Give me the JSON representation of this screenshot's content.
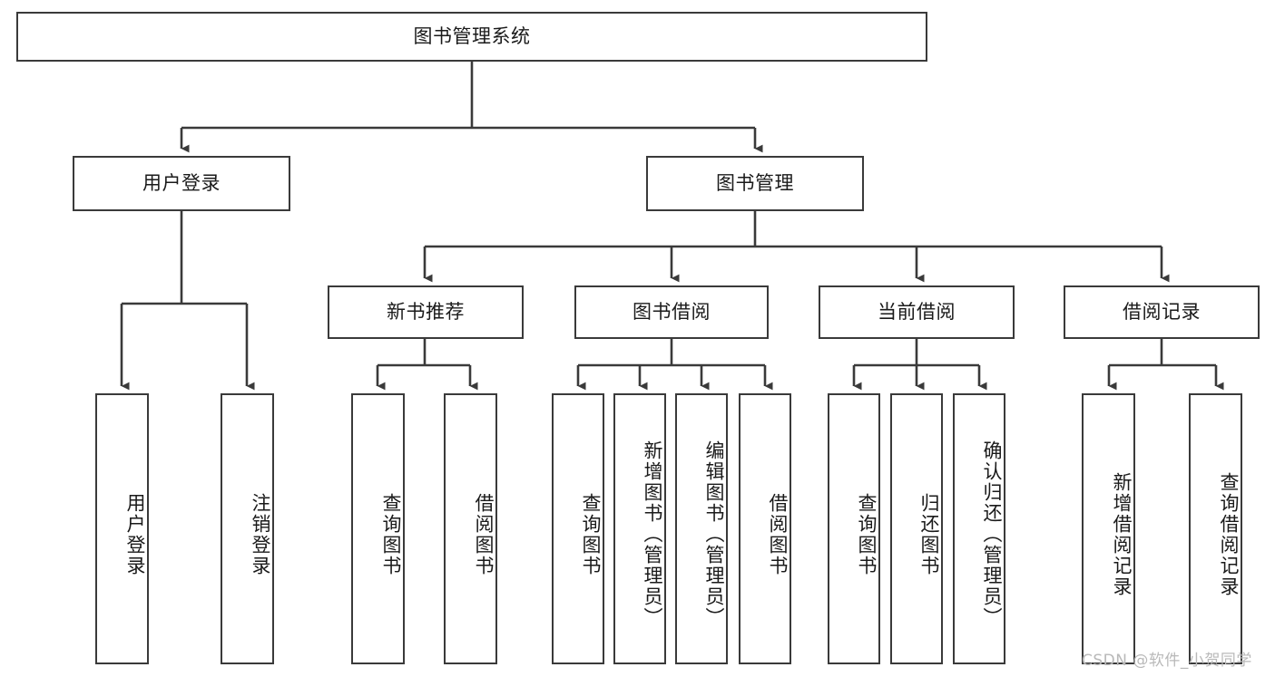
{
  "diagram": {
    "title": "图书管理系统",
    "type": "tree-hierarchy-chart",
    "colors": {
      "box_border": "#3a3a3a",
      "box_fill": "#ffffff",
      "edge": "#3a3a3a",
      "text": "#1a1a1a",
      "watermark": "#b9b9b9",
      "background": "#ffffff"
    },
    "watermark": "CSDN @软件_小贺同学",
    "levels": {
      "root": {
        "label": "图书管理系统"
      },
      "level1": [
        {
          "label": "用户登录"
        },
        {
          "label": "图书管理"
        }
      ],
      "level2": [
        {
          "label": "新书推荐"
        },
        {
          "label": "图书借阅"
        },
        {
          "label": "当前借阅"
        },
        {
          "label": "借阅记录"
        }
      ],
      "leaves_user_login": [
        {
          "label": "用户登录"
        },
        {
          "label": "注销登录"
        }
      ],
      "leaves_new_book": [
        {
          "label": "查询图书"
        },
        {
          "label": "借阅图书"
        }
      ],
      "leaves_borrow": [
        {
          "label": "查询图书"
        },
        {
          "label": "新增图书（管理员）"
        },
        {
          "label": "编辑图书（管理员）"
        },
        {
          "label": "借阅图书"
        }
      ],
      "leaves_current": [
        {
          "label": "查询图书"
        },
        {
          "label": "归还图书"
        },
        {
          "label": "确认归还（管理员）"
        }
      ],
      "leaves_records": [
        {
          "label": "新增借阅记录"
        },
        {
          "label": "查询借阅记录"
        }
      ]
    }
  }
}
